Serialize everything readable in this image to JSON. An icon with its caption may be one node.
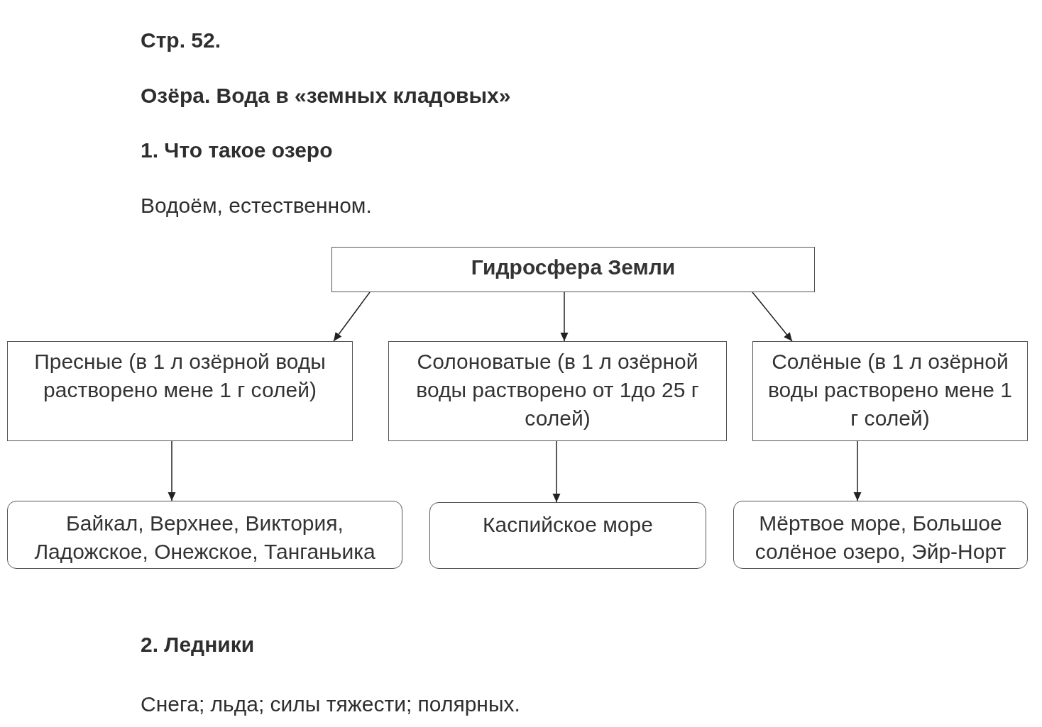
{
  "diagram": {
    "title": "Стр. 52.",
    "nodes": [
      {
        "text": [
          "Гидросфера Земли"
        ]
      },
      {
        "text": [
          "Пресные (в 1 л озёрной воды растворено мене 1 г солей)"
        ]
      },
      {
        "text": [
          "Солоноватые (в 1 л озёрной воды растворено от 1до 25 г солей)"
        ]
      },
      {
        "text": [
          "Солёные (в 1 л озёрной воды растворено мене 1 г солей)"
        ]
      },
      {
        "text": [
          "Байкал, Верхнее, Виктория, Ладожское, Онежское, Танганьика"
        ]
      },
      {
        "text": [
          "Каспийское море"
        ]
      },
      {
        "text": [
          "Мёртвое море, Большое солёное озеро, Эйр-Норт"
        ]
      }
    ],
    "edges": [
      {
        "from": 0,
        "to": 1,
        "arrow": "to"
      },
      {
        "from": 0,
        "to": 2,
        "arrow": "to"
      },
      {
        "from": 0,
        "to": 3,
        "arrow": "to"
      },
      {
        "from": 1,
        "to": 4,
        "arrow": "to"
      },
      {
        "from": 2,
        "to": 5,
        "arrow": "to"
      },
      {
        "from": 3,
        "to": 6,
        "arrow": "to"
      }
    ],
    "labels": [
      "Озёра. Вода в «земных кладовых»",
      "1. Что такое озеро",
      "Водоём, естественном.",
      "2. Ледники",
      "Снега; льда; силы тяжести; полярных."
    ]
  }
}
